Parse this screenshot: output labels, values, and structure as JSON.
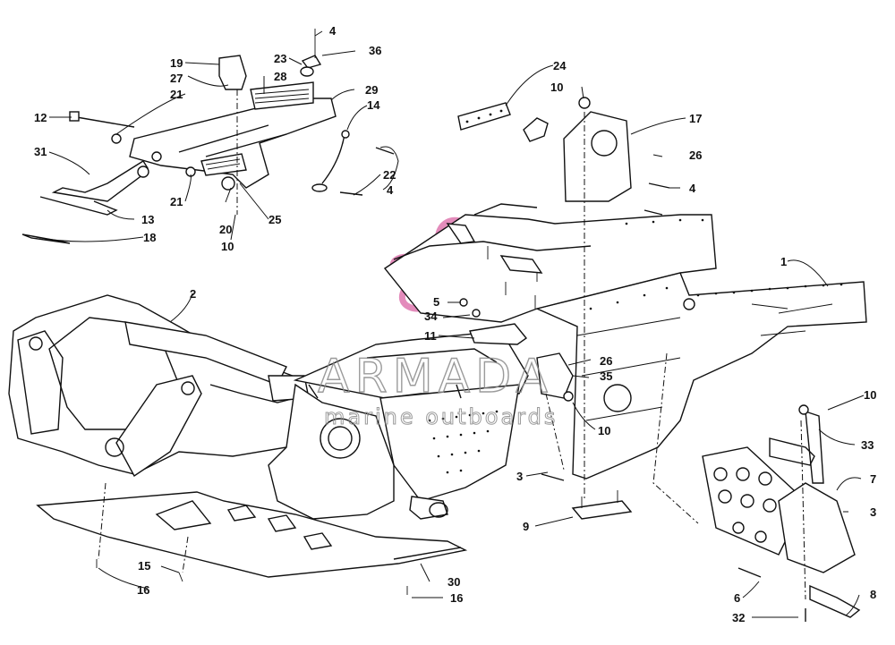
{
  "watermark": {
    "brand": "ARMADA",
    "tagline": "marine outboards",
    "logo_color": "#e07fb4",
    "text_color": "#8a8a8a"
  },
  "callouts": [
    "1",
    "2",
    "3",
    "3",
    "4",
    "4",
    "4",
    "5",
    "6",
    "7",
    "8",
    "9",
    "10",
    "10",
    "10",
    "10",
    "11",
    "12",
    "13",
    "14",
    "15",
    "16",
    "16",
    "17",
    "18",
    "19",
    "20",
    "21",
    "21",
    "22",
    "23",
    "24",
    "25",
    "26",
    "26",
    "27",
    "28",
    "29",
    "30",
    "31",
    "32",
    "33",
    "34",
    "35",
    "36"
  ]
}
